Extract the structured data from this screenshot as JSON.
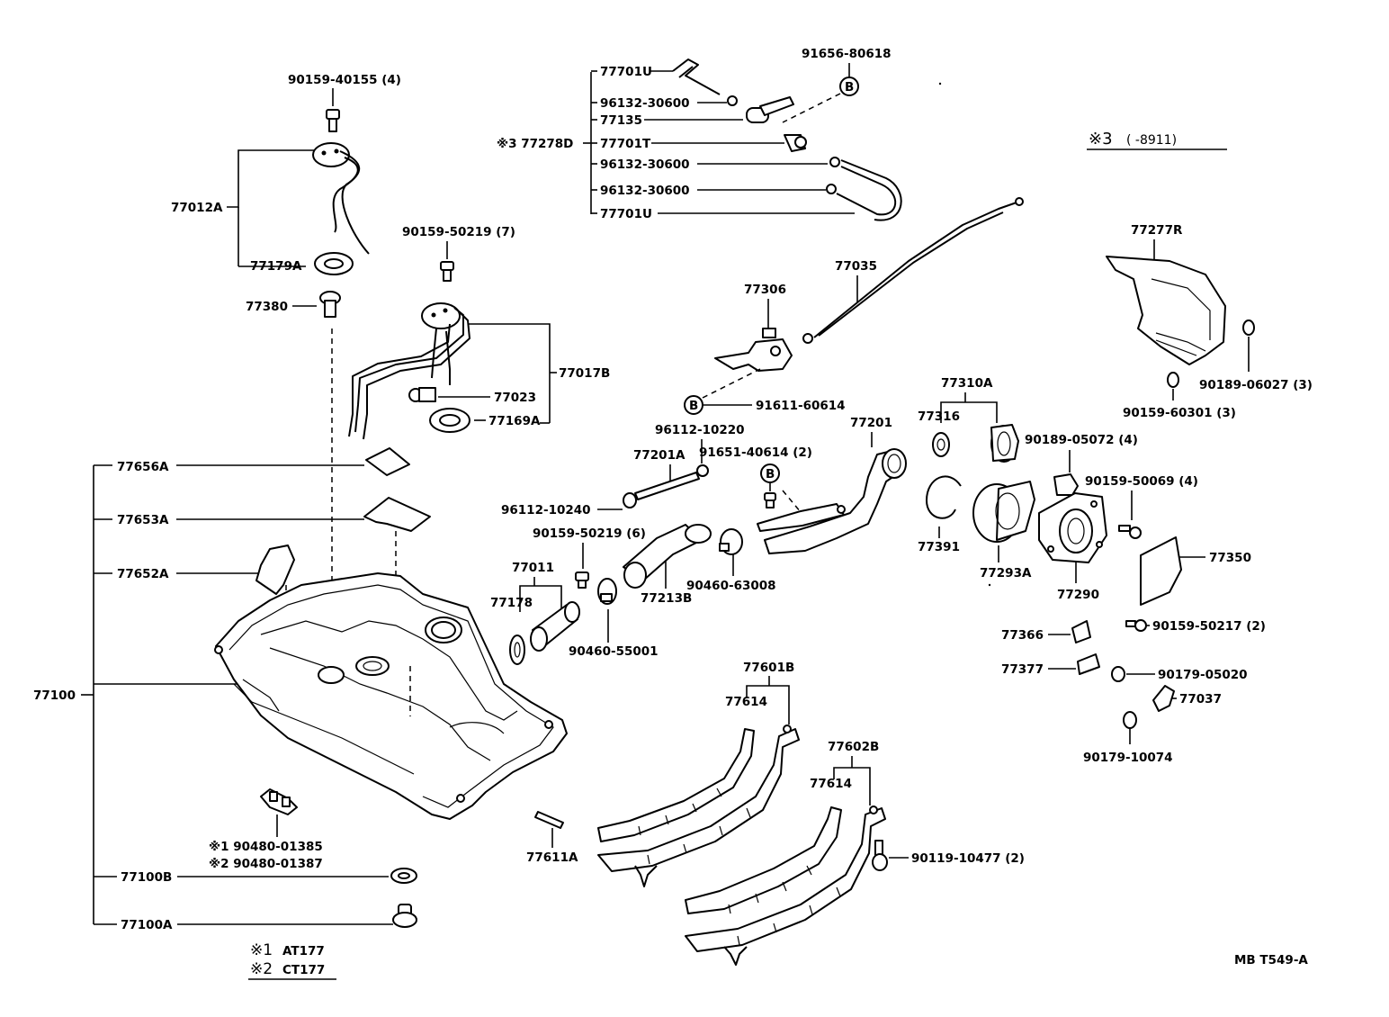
{
  "notes": {
    "ref3": "※3",
    "ref3_range": "( -8911)",
    "ref1": "※1",
    "ref1_model": "AT177",
    "ref2": "※2",
    "ref2_model": "CT177",
    "diagram_code": "MB T549-A"
  },
  "labels": {
    "p90159_40155": "90159-40155 (4)",
    "p77012A": "77012A",
    "p77179A": "77179A",
    "p77380": "77380",
    "p90159_50219_7": "90159-50219 (7)",
    "p77017B": "77017B",
    "p77023": "77023",
    "p77169A": "77169A",
    "p77656A": "77656A",
    "p77653A": "77653A",
    "p77652A": "77652A",
    "p77100": "77100",
    "p90480_01385": "※1 90480-01385",
    "p90480_01387": "※2 90480-01387",
    "p77100B": "77100B",
    "p77100A": "77100A",
    "p77701U_a": "77701U",
    "p96132_30600_a": "96132-30600",
    "p77135": "77135",
    "p77278D": "※3 77278D",
    "p77701T": "77701T",
    "p96132_30600_b": "96132-30600",
    "p96132_30600_c": "96132-30600",
    "p77701U_b": "77701U",
    "p91656_80618": "91656-80618",
    "b_circle_a": "B",
    "p77035": "77035",
    "p77306": "77306",
    "b_circle_b": "B",
    "p91611_60614": "91611-60614",
    "p96112_10220": "96112-10220",
    "p77201A": "77201A",
    "p96112_10240": "96112-10240",
    "p90159_50219_6": "90159-50219 (6)",
    "p77011": "77011",
    "p77178": "77178",
    "p90460_55001": "90460-55001",
    "p77213B": "77213B",
    "p91651_40614": "91651-40614 (2)",
    "b_circle_c": "B",
    "p90460_63008": "90460-63008",
    "p77201": "77201",
    "p77310A": "77310A",
    "p77316": "77316",
    "p77391": "77391",
    "p77293A": "77293A",
    "p90189_05072": "90189-05072 (4)",
    "p90159_50069": "90159-50069 (4)",
    "p77290": "77290",
    "p77350": "77350",
    "p77277R": "77277R",
    "p90189_06027": "90189-06027 (3)",
    "p90159_60301": "90159-60301 (3)",
    "p77366": "77366",
    "p90159_50217": "90159-50217 (2)",
    "p77377": "77377",
    "p90179_05020": "90179-05020",
    "p77037": "77037",
    "p90179_10074": "90179-10074",
    "p77601B": "77601B",
    "p77614_a": "77614",
    "p77602B": "77602B",
    "p77614_b": "77614",
    "p77611A": "77611A",
    "p90119_10477": "90119-10477 (2)"
  }
}
